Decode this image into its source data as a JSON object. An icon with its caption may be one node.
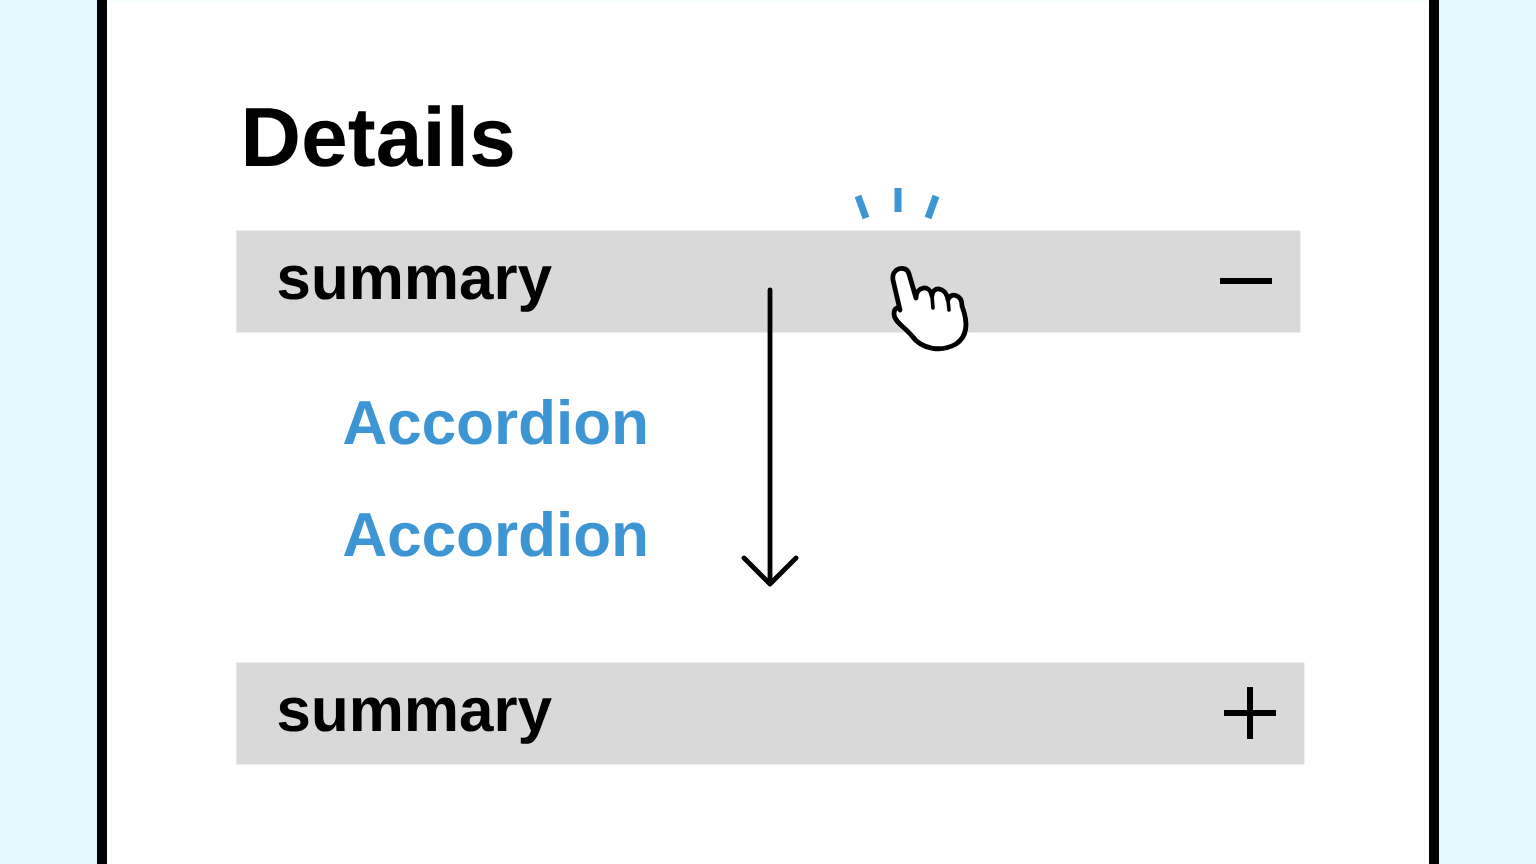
{
  "diagram": {
    "nodes": [
      {
        "text": [
          "Details"
        ]
      },
      {
        "text": [
          "summary"
        ],
        "in": 0
      },
      {
        "text": [
          "summary"
        ],
        "in": 0
      }
    ],
    "labels": [
      "Accordion",
      "Accordion"
    ]
  }
}
